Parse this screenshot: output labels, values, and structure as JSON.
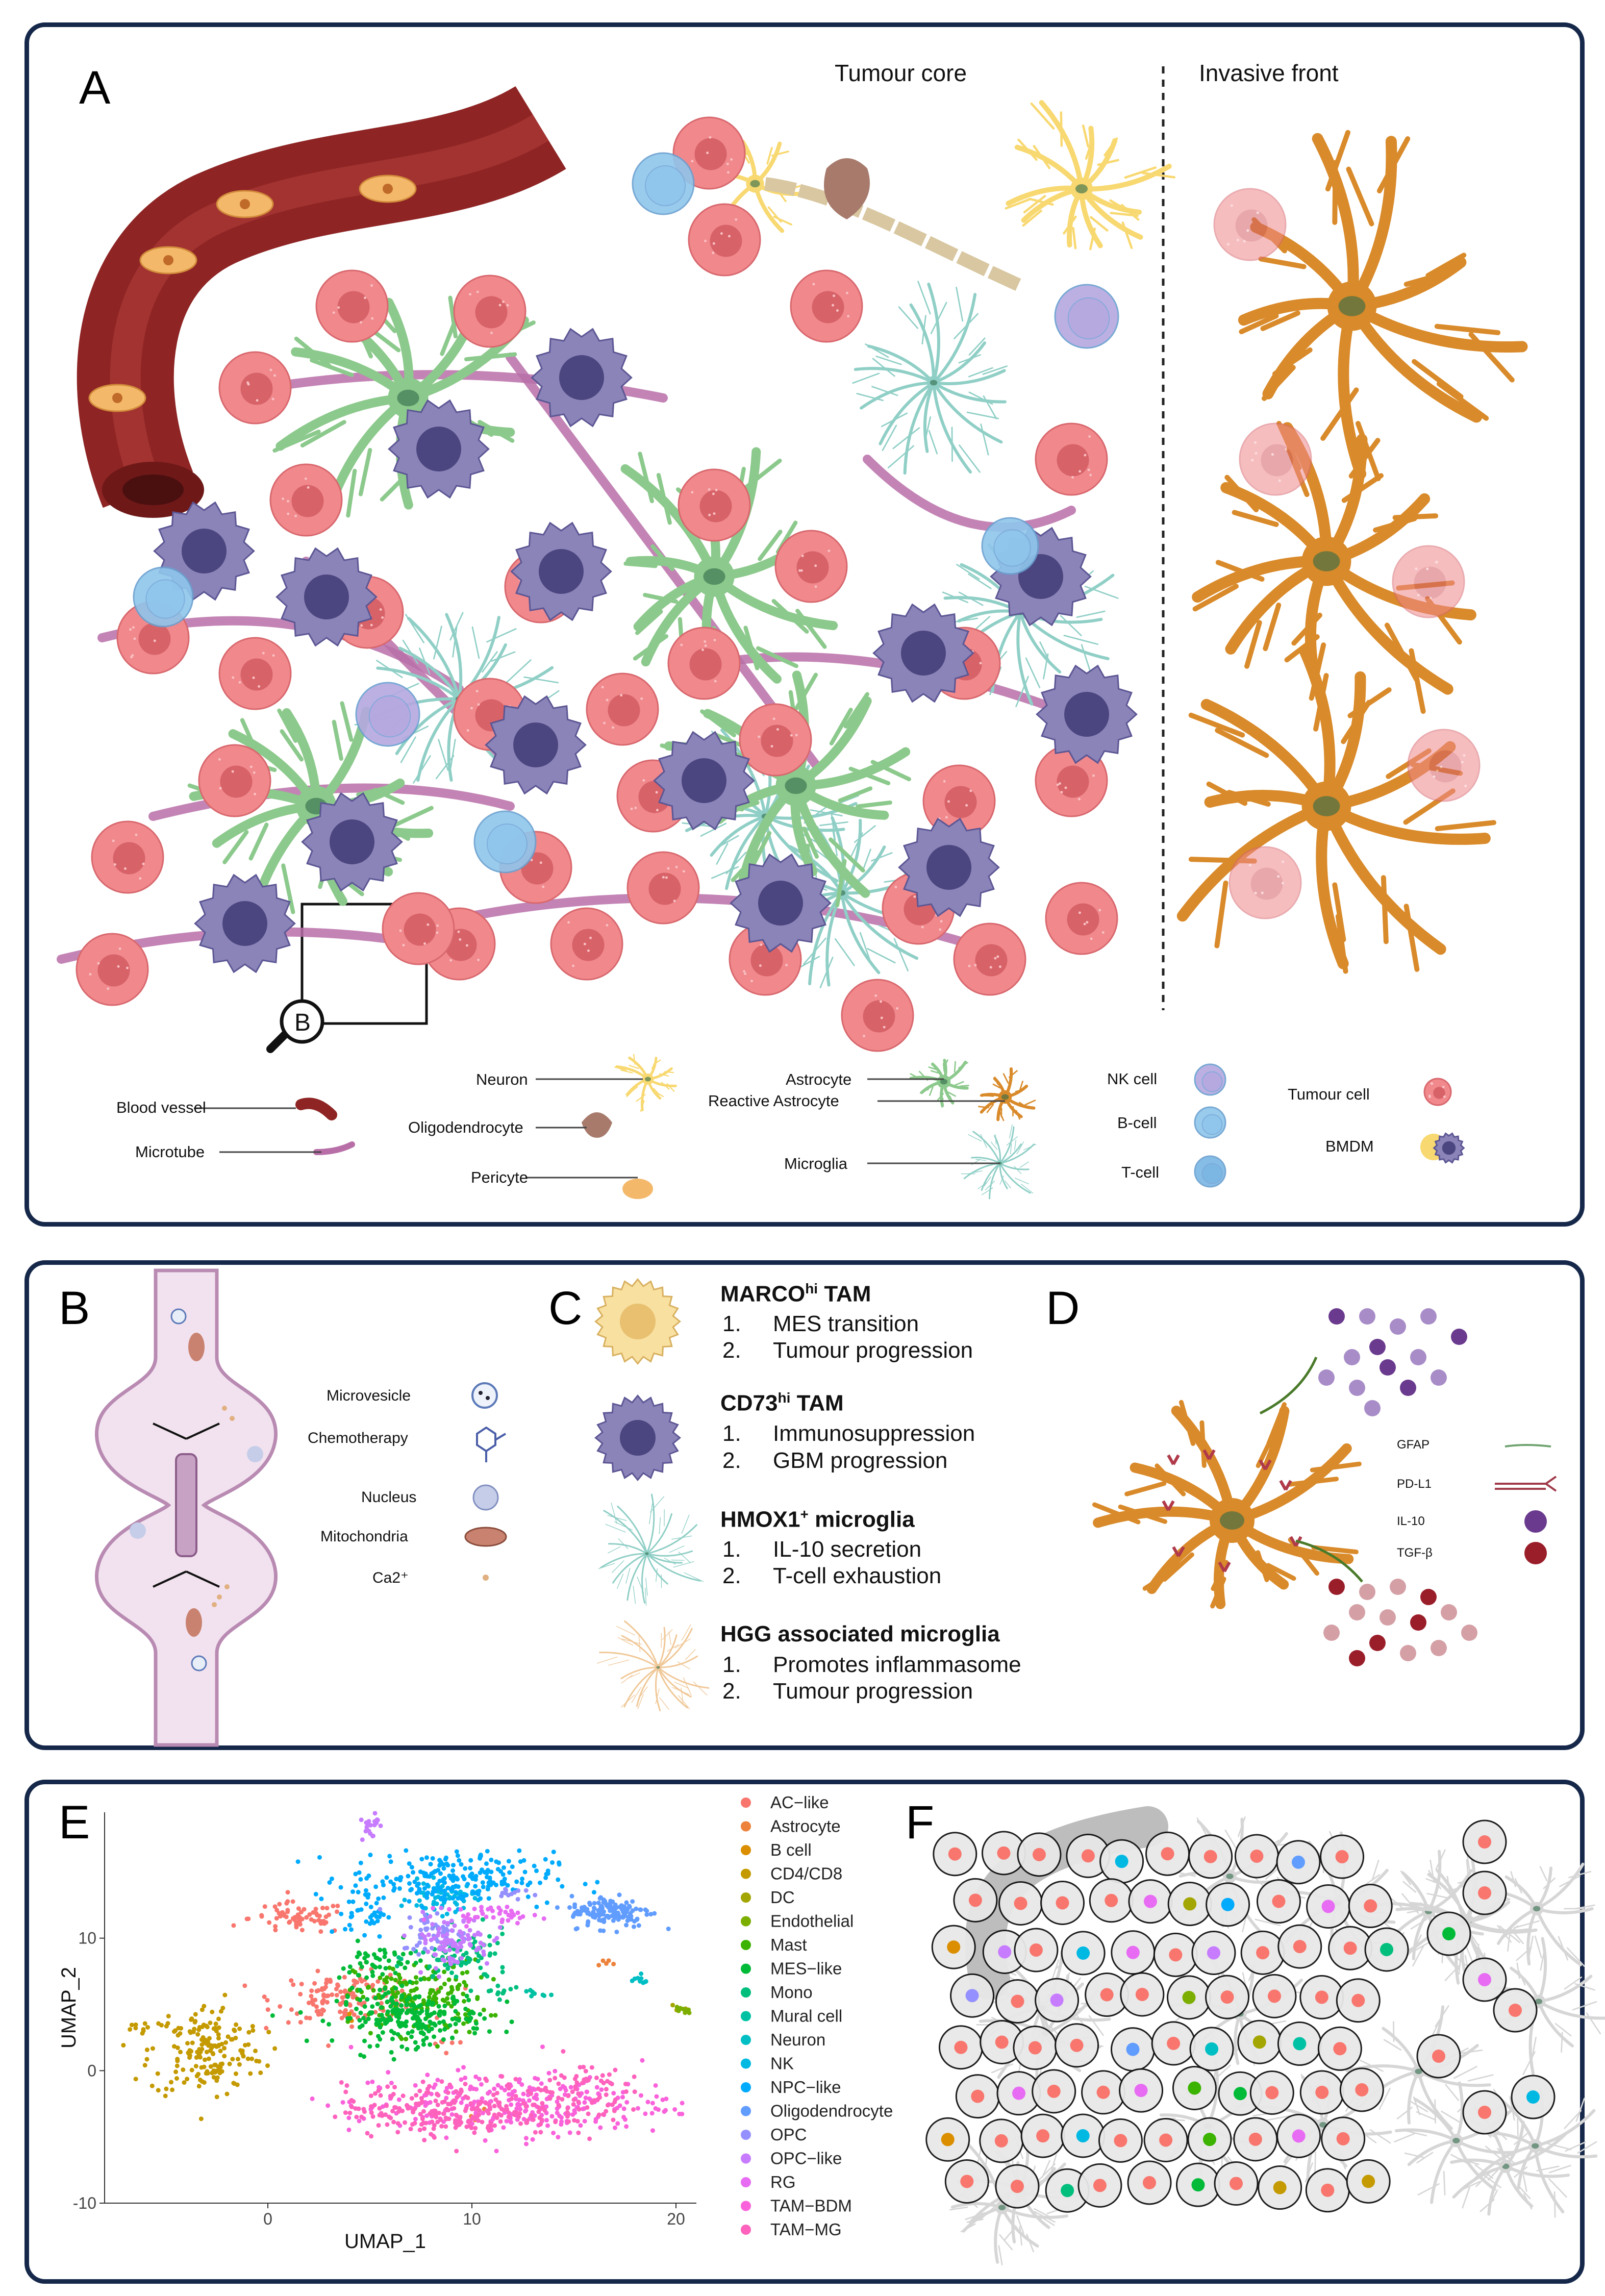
{
  "panelA": {
    "label": "A",
    "region_core": "Tumour core",
    "region_front": "Invasive front",
    "inset_tag": "B",
    "legend": {
      "blood_vessel": "Blood vessel",
      "microtube": "Microtube",
      "neuron": "Neuron",
      "oligodendrocyte": "Oligodendrocyte",
      "pericyte": "Pericyte",
      "astrocyte": "Astrocyte",
      "reactive_astrocyte": "Reactive Astrocyte",
      "microglia": "Microglia",
      "nk_cell": "NK cell",
      "b_cell": "B-cell",
      "t_cell": "T-cell",
      "tumour_cell": "Tumour cell",
      "bmdm": "BMDM"
    }
  },
  "panelB": {
    "label": "B",
    "legend": {
      "microvesicle": "Microvesicle",
      "chemotherapy": "Chemotherapy",
      "nucleus": "Nucleus",
      "mitochondria": "Mitochondria",
      "ca": "Ca2⁺"
    }
  },
  "panelC": {
    "label": "C",
    "items": [
      {
        "title_main": "MARCO",
        "title_sup": "hi",
        "title_rest": " TAM",
        "n1": "1.",
        "p1": "MES transition",
        "n2": "2.",
        "p2": "Tumour progression"
      },
      {
        "title_main": "CD73",
        "title_sup": "hi",
        "title_rest": " TAM",
        "n1": "1.",
        "p1": "Immunosuppression",
        "n2": "2.",
        "p2": "GBM progression"
      },
      {
        "title_main": "HMOX1",
        "title_sup": "+",
        "title_rest": " microglia",
        "n1": "1.",
        "p1": "IL-10 secretion",
        "n2": "2.",
        "p2": "T-cell exhaustion"
      },
      {
        "title_main": "HGG associated microglia",
        "title_sup": "",
        "title_rest": "",
        "n1": "1.",
        "p1": "Promotes inflammasome",
        "n2": "2.",
        "p2": "Tumour progression"
      }
    ]
  },
  "panelD": {
    "label": "D",
    "legend": {
      "gfap": "GFAP",
      "pdl1": "PD-L1",
      "il10": "IL-10",
      "tgfb": "TGF-β"
    }
  },
  "panelE": {
    "label": "E"
  },
  "panelF": {
    "label": "F"
  },
  "chart_data": {
    "type": "scatter",
    "xlabel": "UMAP_1",
    "ylabel": "UMAP_2",
    "xticks": [
      0,
      10,
      20
    ],
    "yticks": [
      -10,
      0,
      10
    ],
    "xlim": [
      -8,
      21
    ],
    "ylim": [
      -10,
      19.5
    ],
    "grid": false,
    "legend_position": "right",
    "series": [
      {
        "name": "AC−like",
        "color": "#F8766D",
        "clusters": [
          [
            1.5,
            11.5,
            1.2,
            0.6,
            70
          ],
          [
            4.0,
            5.5,
            1.8,
            0.9,
            140
          ],
          [
            8.5,
            2.0,
            0.4,
            0.3,
            6
          ]
        ]
      },
      {
        "name": "Astrocyte",
        "color": "#EC823C",
        "clusters": [
          [
            16.5,
            8.2,
            0.3,
            0.2,
            5
          ],
          [
            10.0,
            -3.5,
            0.3,
            0.3,
            3
          ]
        ]
      },
      {
        "name": "B cell",
        "color": "#DB8E00",
        "clusters": [
          [
            4.0,
            4.0,
            0.2,
            0.2,
            3
          ]
        ]
      },
      {
        "name": "CD4/CD8",
        "color": "#C49A00",
        "clusters": [
          [
            -3.0,
            1.5,
            1.4,
            1.8,
            180
          ],
          [
            -6.5,
            3.2,
            0.3,
            0.2,
            8
          ]
        ]
      },
      {
        "name": "DC",
        "color": "#A3A500",
        "clusters": [
          [
            20.0,
            4.6,
            0.2,
            0.2,
            5
          ]
        ]
      },
      {
        "name": "Endothelial",
        "color": "#7CAE00",
        "clusters": [
          [
            20.3,
            4.5,
            0.2,
            0.2,
            8
          ]
        ]
      },
      {
        "name": "Mast",
        "color": "#3BB300",
        "clusters": [
          [
            7.5,
            5.5,
            1.6,
            1.4,
            180
          ]
        ]
      },
      {
        "name": "MES−like",
        "color": "#00BA38",
        "clusters": [
          [
            7.0,
            4.0,
            1.8,
            1.0,
            220
          ],
          [
            5.5,
            8.0,
            1.0,
            0.8,
            50
          ]
        ]
      },
      {
        "name": "Mono",
        "color": "#00BF7D",
        "clusters": [
          [
            9.5,
            8.5,
            1.2,
            1.0,
            80
          ],
          [
            11.5,
            6.0,
            0.4,
            0.3,
            10
          ]
        ]
      },
      {
        "name": "Mural cell",
        "color": "#00C1A3",
        "clusters": [
          [
            13.0,
            5.8,
            0.3,
            0.2,
            8
          ]
        ]
      },
      {
        "name": "Neuron",
        "color": "#00BFC4",
        "clusters": [
          [
            18.2,
            6.8,
            0.3,
            0.2,
            10
          ]
        ]
      },
      {
        "name": "NK",
        "color": "#00B9E3",
        "clusters": [
          [
            8.5,
            13.0,
            0.8,
            0.6,
            60
          ]
        ]
      },
      {
        "name": "NPC−like",
        "color": "#00ABFD",
        "clusters": [
          [
            9.0,
            14.5,
            2.5,
            1.0,
            220
          ],
          [
            4.8,
            12.0,
            0.5,
            1.0,
            40
          ]
        ]
      },
      {
        "name": "Oligodendrocyte",
        "color": "#619CFF",
        "clusters": [
          [
            16.8,
            12.0,
            1.0,
            0.6,
            140
          ]
        ]
      },
      {
        "name": "OPC",
        "color": "#9590FF",
        "clusters": [
          [
            8.2,
            10.5,
            0.8,
            0.8,
            50
          ],
          [
            12.0,
            13.5,
            0.4,
            0.3,
            12
          ]
        ]
      },
      {
        "name": "OPC−like",
        "color": "#C77CFF",
        "clusters": [
          [
            9.0,
            9.8,
            1.0,
            1.0,
            90
          ],
          [
            5.0,
            18.5,
            0.2,
            0.6,
            20
          ]
        ]
      },
      {
        "name": "RG",
        "color": "#E76BF3",
        "clusters": [
          [
            11.0,
            11.8,
            1.2,
            0.3,
            40
          ]
        ]
      },
      {
        "name": "TAM−BDM",
        "color": "#FA62DB",
        "clusters": [
          [
            12.0,
            -2.5,
            4.0,
            1.2,
            280
          ]
        ]
      },
      {
        "name": "TAM−MG",
        "color": "#FF62BC",
        "clusters": [
          [
            9.0,
            -3.0,
            2.6,
            1.0,
            240
          ],
          [
            15.0,
            -1.5,
            1.2,
            1.2,
            80
          ]
        ]
      }
    ]
  },
  "colors": {
    "border": "#16284a",
    "tumour": "#f0888c",
    "tumour_nucleus": "#d76268",
    "bmdm": "#8a84b8",
    "bmdm_nucleus": "#4c4680",
    "astrocyte": "#8cc98c",
    "reactive_astrocyte": "#d98a2a",
    "microglia": "#8fcfc6",
    "vessel": "#9b2a2a",
    "microtube": "#b86fa8",
    "neuron": "#f8d870",
    "t_cell": "#8fc6ec",
    "nk": "#b5a8e0"
  }
}
